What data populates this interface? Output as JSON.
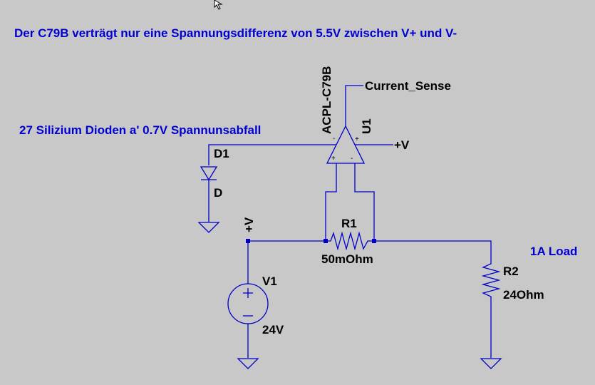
{
  "annotations": {
    "title": "Der C79B verträgt nur eine Spannungsdifferenz von 5.5V zwischen V+ und V-",
    "diodes_note": "27 Silizium Dioden a' 0.7V Spannunsabfall",
    "load_note": "1A Load"
  },
  "components": {
    "u1": {
      "model": "ACPL-C79B",
      "ref": "U1",
      "output_net": "Current_Sense",
      "supply_net": "+V"
    },
    "d1": {
      "ref": "D1",
      "model": "D"
    },
    "r1": {
      "ref": "R1",
      "value": "50mOhm"
    },
    "r2": {
      "ref": "R2",
      "value": "24Ohm"
    },
    "v1": {
      "ref": "V1",
      "value": "24V",
      "net": "+V"
    }
  },
  "colors": {
    "wire": "#0000c8",
    "annotation_text": "#0000d0",
    "label_text": "#000000",
    "background": "#c8c8c8"
  },
  "cursor_icon": "mouse-pointer-icon"
}
